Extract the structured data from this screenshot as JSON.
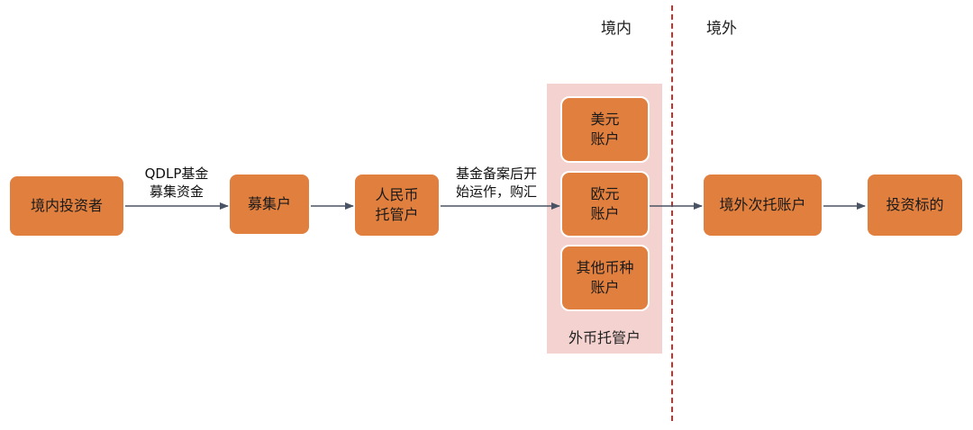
{
  "regions": {
    "domestic": "境内",
    "overseas": "境外"
  },
  "nodes": {
    "investor": "境内投资者",
    "raise_account": "募集户",
    "rmb_custody_line1": "人民币",
    "rmb_custody_line2": "托管户",
    "usd_line1": "美元",
    "usd_line2": "账户",
    "eur_line1": "欧元",
    "eur_line2": "账户",
    "other_line1": "其他币种",
    "other_line2": "账户",
    "overseas_sub_custody": "境外次托账户",
    "investment_target": "投资标的"
  },
  "fx_custody_label": "外币托管户",
  "edge_labels": {
    "qdlp_line1": "QDLP基金",
    "qdlp_line2": "募集资金",
    "filing_line1": "基金备案后开",
    "filing_line2": "始运作，购汇"
  },
  "colors": {
    "node_fill": "#e07f3e",
    "panel_fill": "#f4d2d0",
    "divider": "#c8312a",
    "arrow": "#4a5364"
  }
}
